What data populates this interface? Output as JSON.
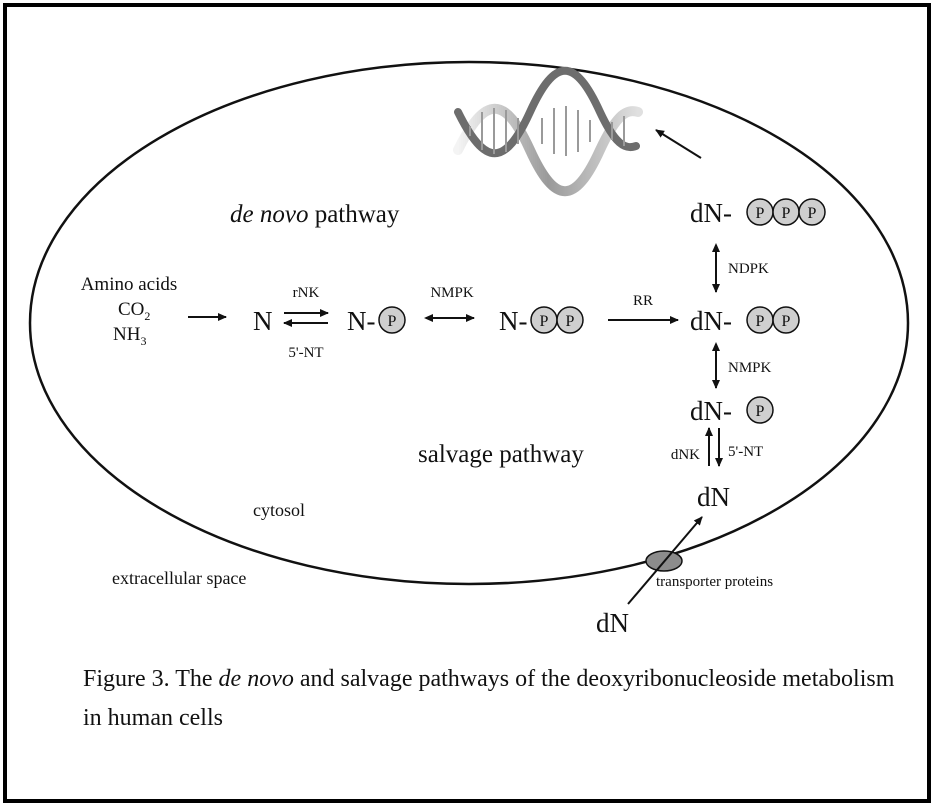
{
  "colors": {
    "ink": "#111111",
    "phosphate_fill": "#cfcfcf",
    "transporter_fill": "#8c8c8c"
  },
  "icons": {
    "dna": "dna-helix-icon"
  },
  "labels": {
    "de_novo_italic": "de novo",
    "pathway": "pathway",
    "salvage": "salvage pathway",
    "cytosol": "cytosol",
    "extracellular": "extracellular space",
    "transporter": "transporter proteins"
  },
  "precursors": {
    "amino": "Amino acids",
    "co2": "CO",
    "co2_sub": "2",
    "nh3": "NH",
    "nh3_sub": "3"
  },
  "molecules": {
    "n": "N",
    "n_prefix": "N-",
    "dn": "dN",
    "dn_prefix": "dN-",
    "phosphate": "P"
  },
  "enzymes": {
    "rnk": "rNK",
    "nt_5": "5'-NT",
    "nmpk": "NMPK",
    "rr": "RR",
    "ndpk": "NDPK",
    "nmpk2": "NMPK",
    "dnk": "dNK",
    "nt_5b": "5'-NT"
  },
  "caption": {
    "prefix": "Figure 3. The ",
    "italic": "de novo",
    "suffix": " and salvage pathways of the deoxyribonucleoside metabolism in human cells"
  }
}
